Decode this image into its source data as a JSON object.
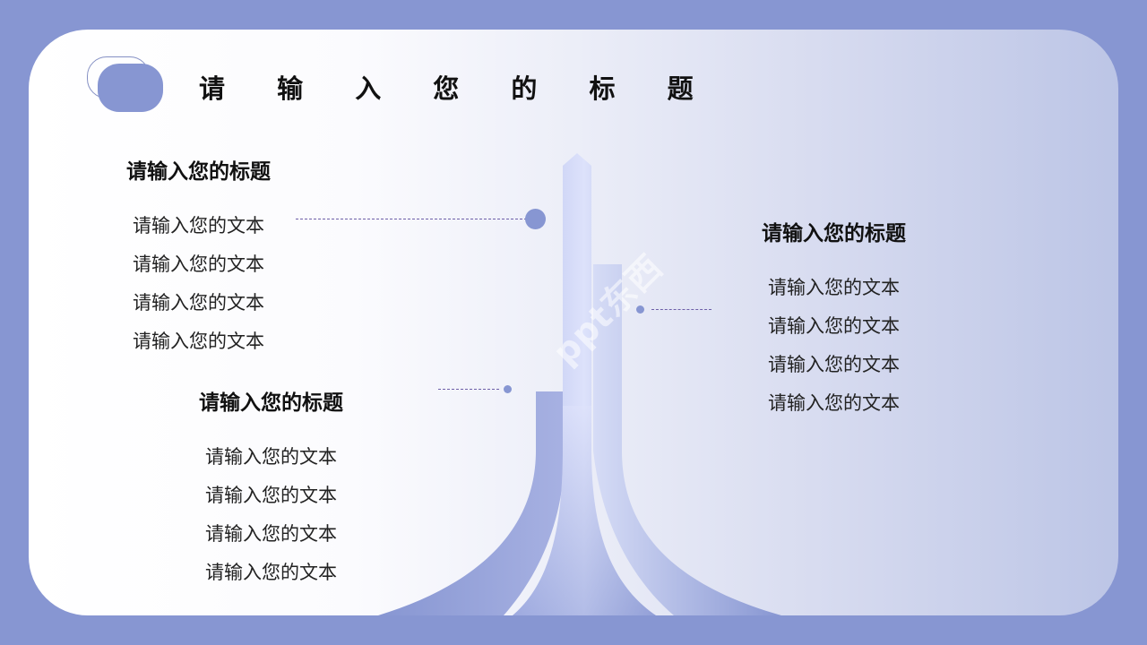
{
  "slide": {
    "title": "请 输 入 您 的 标 题",
    "colors": {
      "frame": "#8796d2",
      "accent": "#8796d2",
      "card_left": "#ffffff",
      "card_right": "#bcc5e6",
      "dash": "#6d5fa8"
    },
    "sections": [
      {
        "title": "请输入您的标题",
        "lines": [
          "请输入您的文本",
          "请输入您的文本",
          "请输入您的文本",
          "请输入您的文本"
        ]
      },
      {
        "title": "请输入您的标题",
        "lines": [
          "请输入您的文本",
          "请输入您的文本",
          "请输入您的文本",
          "请输入您的文本"
        ]
      },
      {
        "title": "请输入您的标题",
        "lines": [
          "请输入您的文本",
          "请输入您的文本",
          "请输入您的文本",
          "请输入您的文本"
        ]
      }
    ],
    "watermark": "ppt东西",
    "icons": [
      "rounded-badge-icon",
      "arrow-pillar-graphic",
      "connector-dot"
    ]
  }
}
